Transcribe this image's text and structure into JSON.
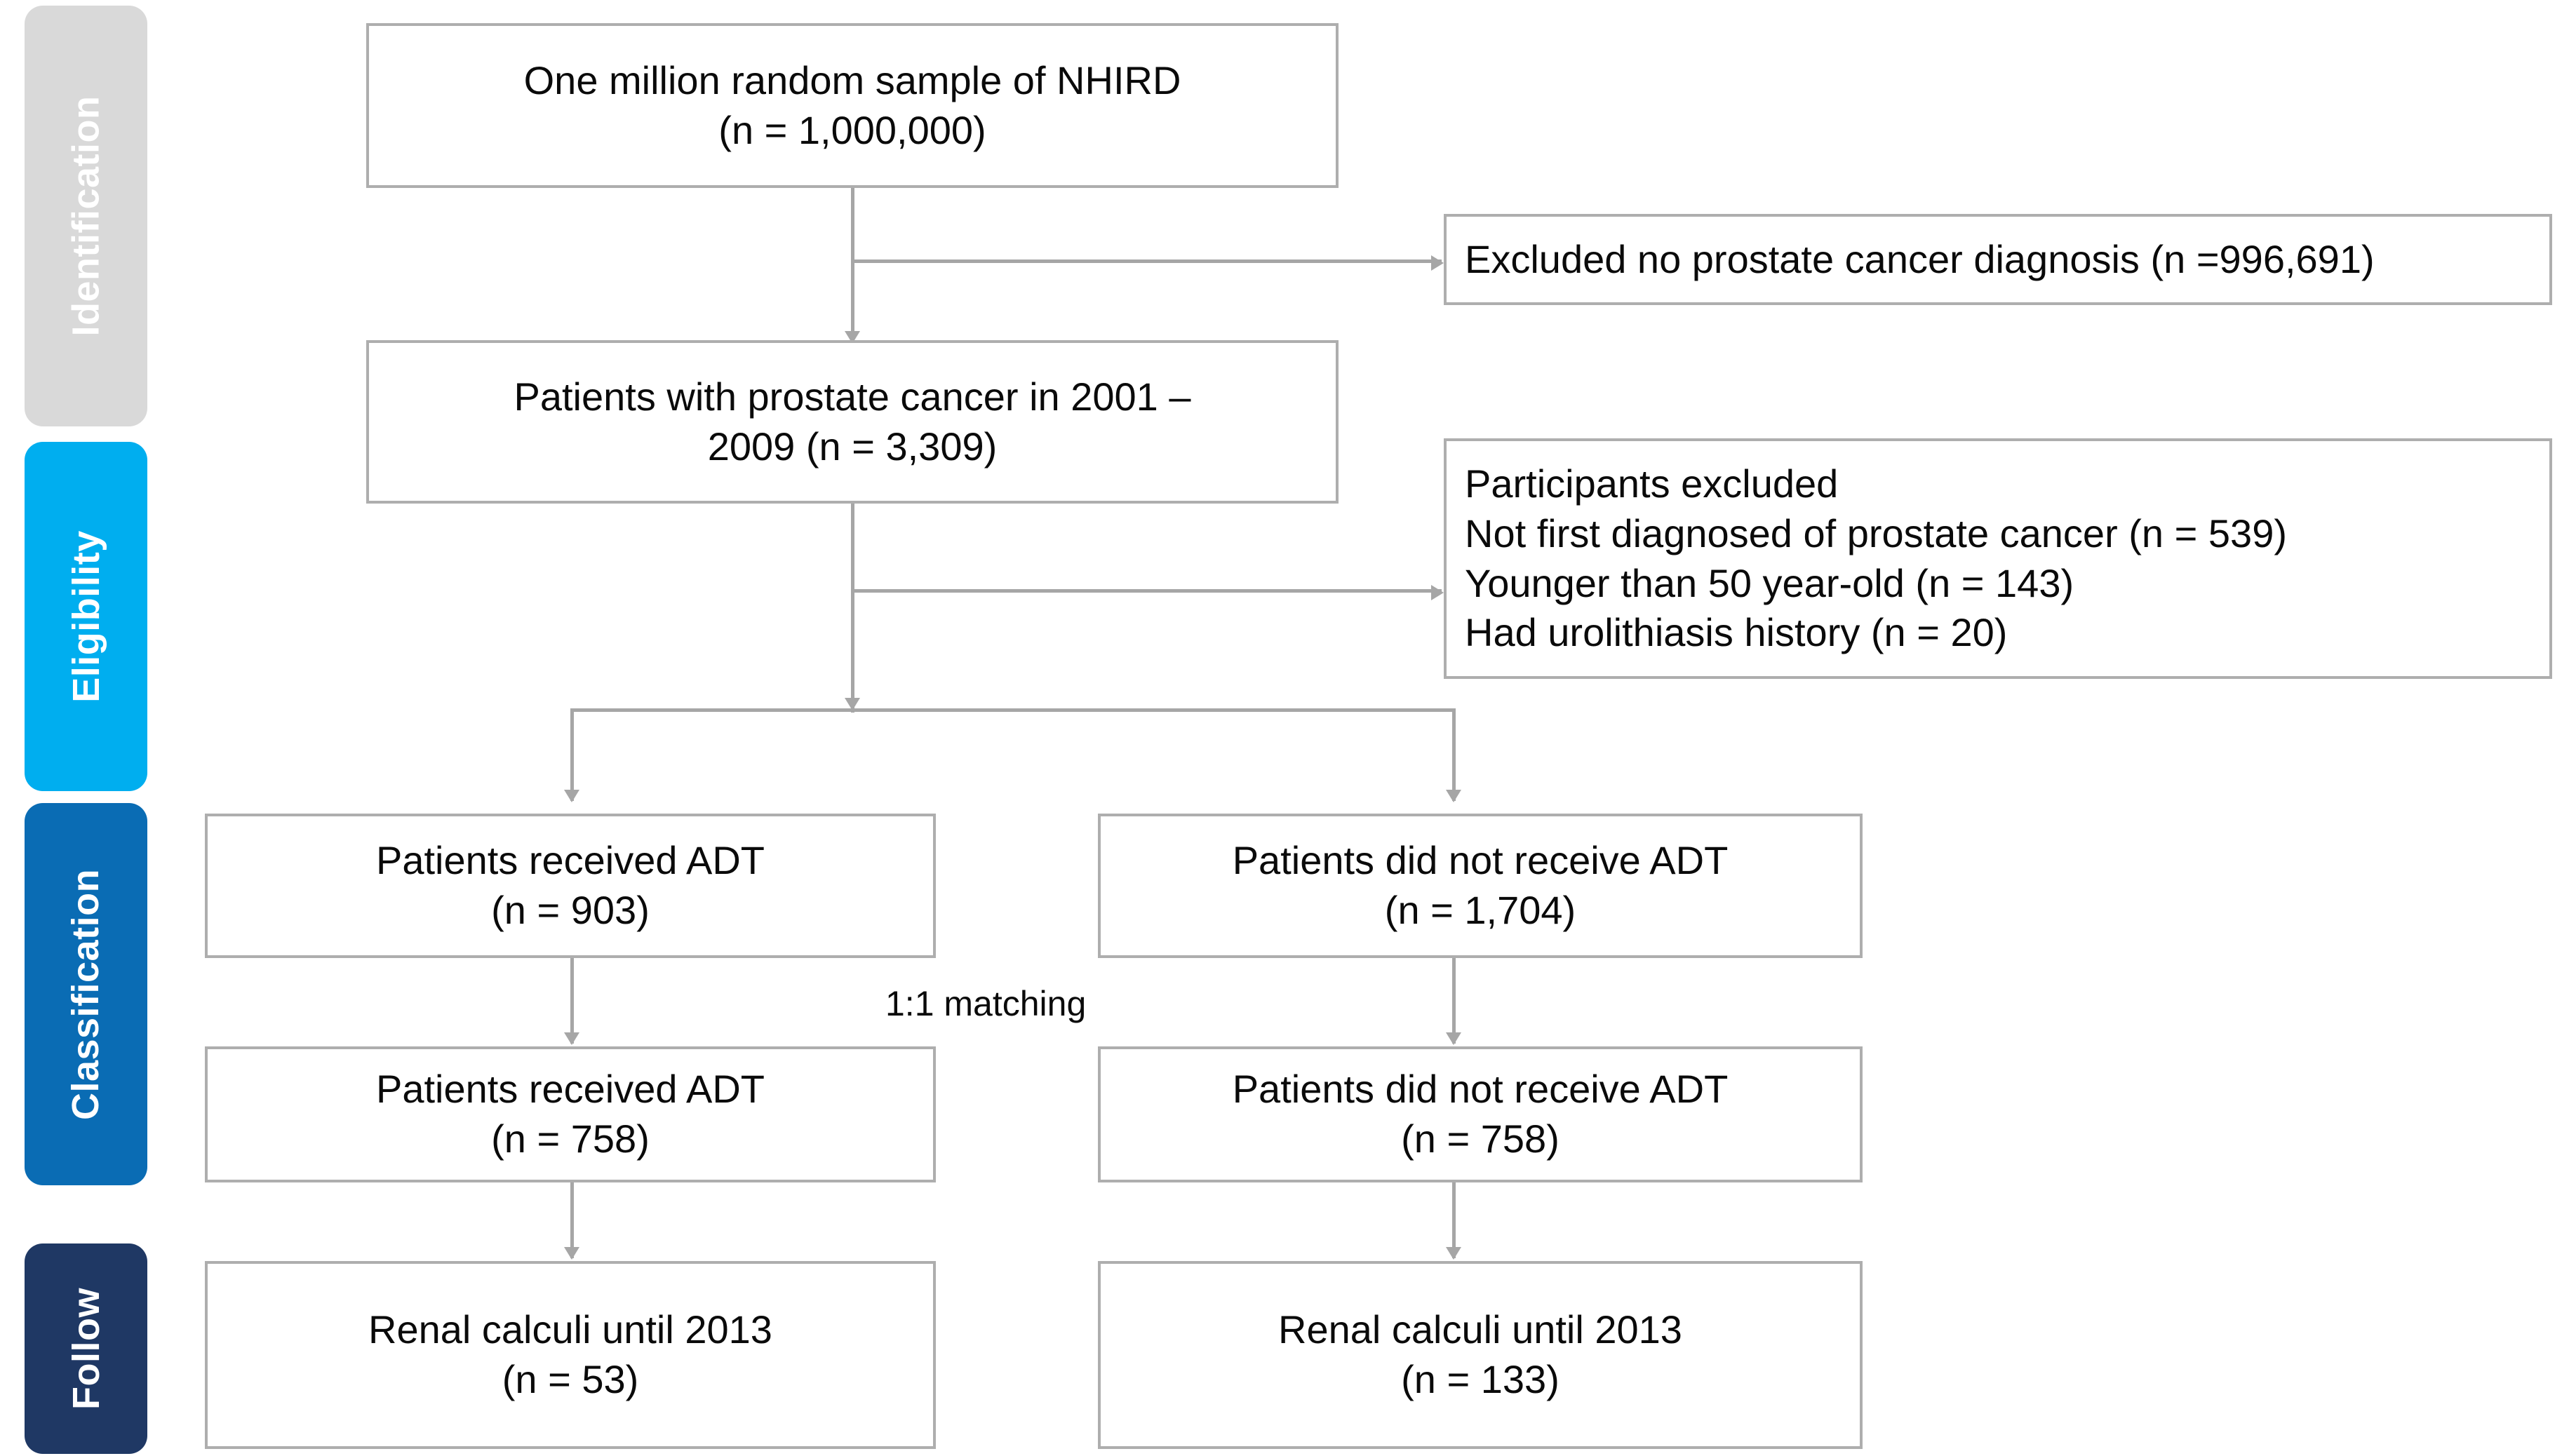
{
  "figure": {
    "type": "flowchart",
    "title": "Study participant selection flow diagram (PRISMA-style)",
    "accent_colors": {
      "identification": "#d9d9d9",
      "eligibility": "#00AEEF",
      "classification": "#0A6CB4",
      "follow": "#1F3864",
      "box_border": "#aeaeae",
      "connector": "#a6a6a6",
      "text": "#0a0a0a"
    }
  },
  "stages": [
    {
      "key": "identification",
      "label": "Identification",
      "color": "#d9d9d9"
    },
    {
      "key": "eligibility",
      "label": "Eligibility",
      "color": "#00AEEF"
    },
    {
      "key": "classification",
      "label": "Classification",
      "color": "#0A6CB4"
    },
    {
      "key": "follow",
      "label": "Follow",
      "color": "#1F3864"
    }
  ],
  "nodes": {
    "source": {
      "line1": "One million random sample of NHIRD",
      "line2": "(n = 1,000,000)"
    },
    "excluded_no_dx": {
      "line1": "Excluded no prostate cancer diagnosis (n =996,691)"
    },
    "prostate_cancer": {
      "line1": "Patients with prostate cancer in 2001 –",
      "line2": "2009 (n = 3,309)"
    },
    "participants_excluded": {
      "line1": "Participants excluded",
      "line2": "Not first diagnosed of prostate cancer  (n = 539)",
      "line3": "Younger than 50 year-old (n = 143)",
      "line4": "Had urolithiasis history (n = 20)"
    },
    "adt_yes": {
      "line1": "Patients received ADT",
      "line2": "(n = 903)"
    },
    "adt_no": {
      "line1": "Patients did not receive ADT",
      "line2": "(n = 1,704)"
    },
    "adt_yes_matched": {
      "line1": "Patients received ADT",
      "line2": "(n = 758)"
    },
    "adt_no_matched": {
      "line1": "Patients did not receive ADT",
      "line2": "(n = 758)"
    },
    "outcome_yes": {
      "line1": "Renal calculi until 2013",
      "line2": "(n = 53)"
    },
    "outcome_no": {
      "line1": "Renal calculi until 2013",
      "line2": "(n = 133)"
    }
  },
  "annotations": {
    "matching": "1:1 matching"
  },
  "chart_data": {
    "type": "flowchart",
    "title": "Patient selection flow",
    "counts": {
      "source_nhird": 1000000,
      "excluded_no_prostate_cancer_dx": 996691,
      "prostate_cancer_2001_2009": 3309,
      "excluded_not_first_diagnosed": 539,
      "excluded_younger_than_50": 143,
      "excluded_urolithiasis_history": 20,
      "adt_received": 903,
      "adt_not_received": 1704,
      "adt_received_matched": 758,
      "adt_not_received_matched": 758,
      "renal_calculi_adt": 53,
      "renal_calculi_no_adt": 133
    }
  }
}
